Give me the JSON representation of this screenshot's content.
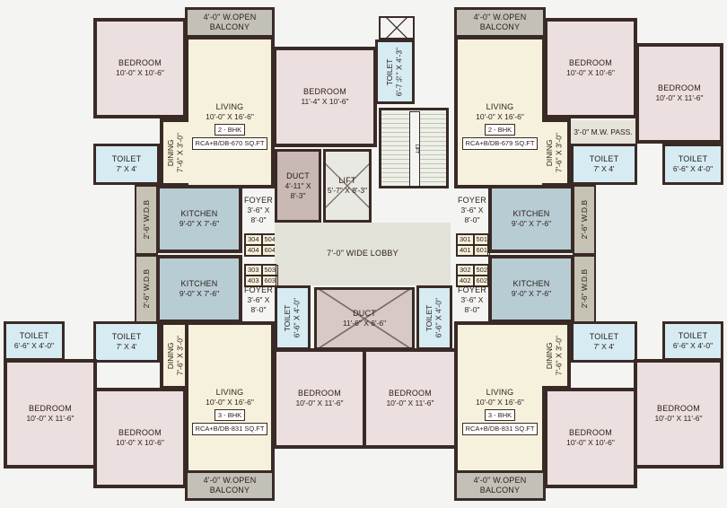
{
  "balcony_label": "4'-0\" W.OPEN BALCONY",
  "bedroom_label": "BEDROOM",
  "living_label": "LIVING",
  "kitchen_label": "KITCHEN",
  "toilet_label": "TOILET",
  "dining_label": "DINING",
  "foyer_label": "FOYER",
  "duct_label": "DUCT",
  "lift_label": "LIFT",
  "wdb_label": "2'-6\" W.D.B",
  "mw_pass_label": "3'-0\" M.W. PASS.",
  "lobby_label": "7'-0\" WIDE LOBBY",
  "stair_label": "LIFT",
  "dims": {
    "bed_10_0_x_10_6": "10'-0\" X 10'-6\"",
    "bed_10_0_x_11_6": "10'-0\" X 11'-6\"",
    "bed_11_4_x_10_6": "11'-4\" X 10'-6\"",
    "living": "10'-0\" X 16'-6\"",
    "kitchen": "9'-0\" X 7'-6\"",
    "toilet_7x4": "7' X 4'",
    "toilet_6_6x4_0": "6'-6\" X 4'-0\"",
    "toilet_6_7x4_3": "6'-7½\" X 4'-3\"",
    "toilet_6_6x4_0_v": "6'-6\" X 4'-0\"",
    "dining": "7'-6\" X 3'-0\"",
    "foyer": "3'-6\" X 8'-0\"",
    "duct_top": "4'-11\" X 8'-3\"",
    "lift": "5'-7\" X 8'-3\"",
    "duct_center": "11'-6\" X 6'-6\""
  },
  "unit_types": {
    "tl": {
      "type": "2 - BHK",
      "area": "RCA+B/DB-670 SQ.FT"
    },
    "tr": {
      "type": "2 - BHK",
      "area": "RCA+B/DB-679 SQ.FT"
    },
    "bl": {
      "type": "3 - BHK",
      "area": "RCA+B/DB-831 SQ.FT"
    },
    "br": {
      "type": "3 - BHK",
      "area": "RCA+B/DB-831 SQ.FT"
    }
  },
  "flat_numbers": {
    "tl": [
      "304",
      "504",
      "404",
      "604"
    ],
    "bl": [
      "303",
      "503",
      "403",
      "603"
    ],
    "tr": [
      "301",
      "501",
      "401",
      "601"
    ],
    "br": [
      "302",
      "502",
      "402",
      "602"
    ]
  }
}
